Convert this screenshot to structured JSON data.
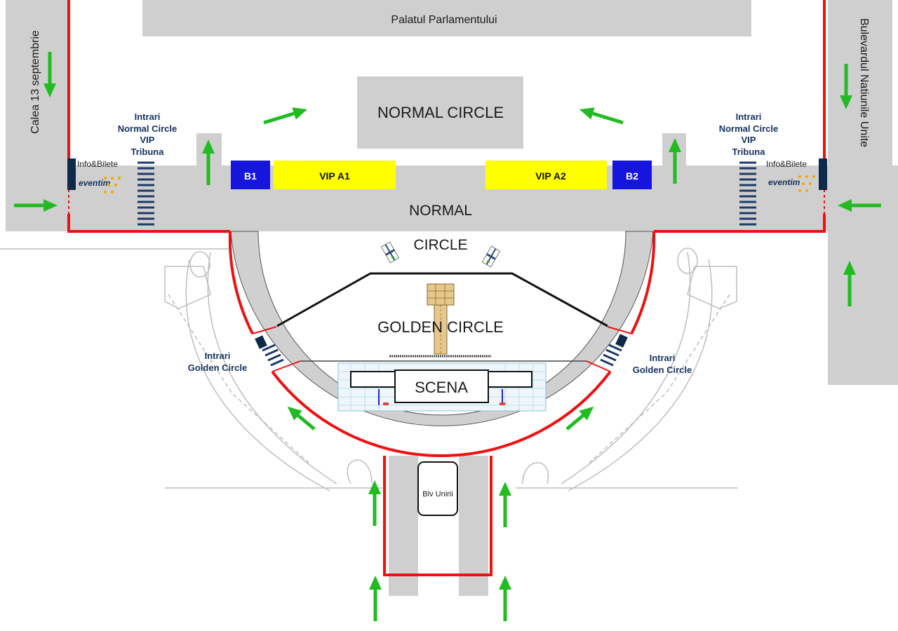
{
  "streets": {
    "top": "Palatul Parlamentului",
    "left": "Calea 13 septembrie",
    "right": "Bulevardul Natiunile Unite",
    "bottom": "Blv Unirii"
  },
  "zones": {
    "normal_circle_top": "NORMAL CIRCLE",
    "normal_line1": "NORMAL",
    "normal_line2": "CIRCLE",
    "golden_circle": "GOLDEN CIRCLE",
    "stage": "SCENA"
  },
  "seating": {
    "b1": "B1",
    "b2": "B2",
    "vip_a1": "VIP A1",
    "vip_a2": "VIP A2"
  },
  "entrances": {
    "left": [
      "Intrari",
      "Normal Circle",
      "VIP",
      "Tribuna"
    ],
    "right": [
      "Intrari",
      "Normal Circle",
      "VIP",
      "Tribuna"
    ],
    "golden_left": [
      "Intrari",
      "Golden Circle"
    ],
    "golden_right": [
      "Intrari",
      "Golden Circle"
    ]
  },
  "info": {
    "left": "Info&Bilete",
    "right": "Info&Bilete",
    "ticket_brand": "eventim"
  },
  "colors": {
    "road": "#cfcfcf",
    "boundary": "#ee1111",
    "arrow": "#22bb22",
    "vip": "#ffff00",
    "box": "#1515dd",
    "navy": "#15325f"
  },
  "icons": [
    "arrow-icon",
    "crosswalk-icon",
    "info-kiosk-icon",
    "tower-icon",
    "camera-tower-icon"
  ]
}
